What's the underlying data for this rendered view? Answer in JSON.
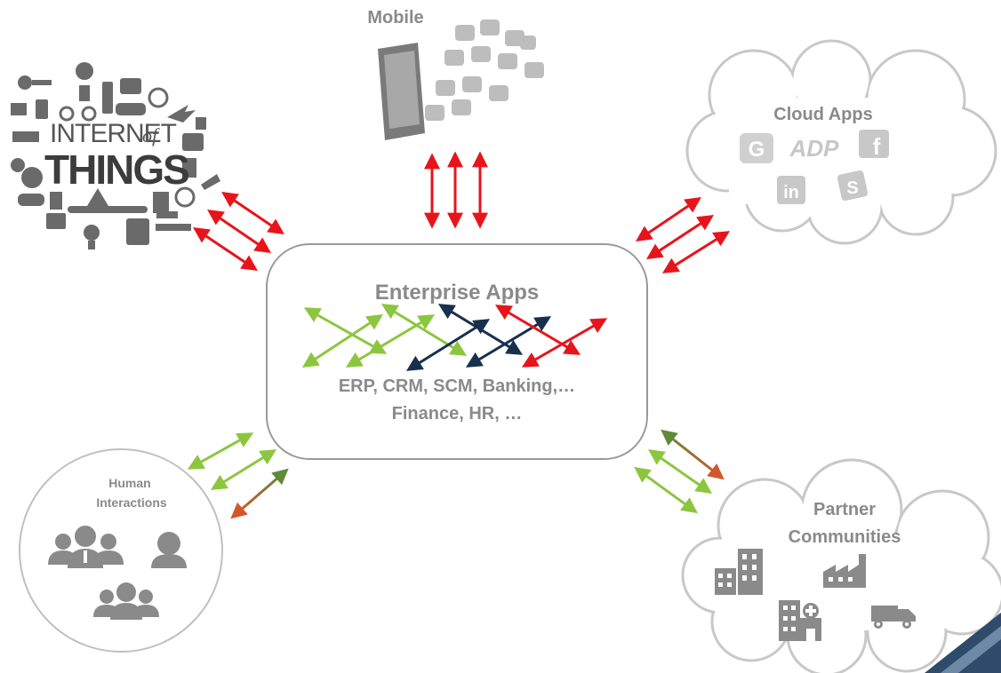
{
  "iot": {
    "line1": "INTERNET",
    "of": "of",
    "line2": "THINGS"
  },
  "mobile": {
    "label": "Mobile"
  },
  "cloud": {
    "label": "Cloud Apps",
    "icons": [
      "ADP",
      "f",
      "in",
      "S"
    ]
  },
  "enterprise": {
    "title": "Enterprise Apps",
    "line1": "ERP, CRM, SCM, Banking,…",
    "line2": "Finance, HR, …"
  },
  "human": {
    "line1": "Human",
    "line2": "Interactions"
  },
  "partner": {
    "line1": "Partner",
    "line2": "Communities"
  },
  "colors": {
    "red": "#e8141b",
    "green": "#8cc63f",
    "navy": "#17304d",
    "gray": "#8a8a8a",
    "cloud_stroke": "#c8c8c8",
    "box_stroke": "#9a9a9a"
  }
}
